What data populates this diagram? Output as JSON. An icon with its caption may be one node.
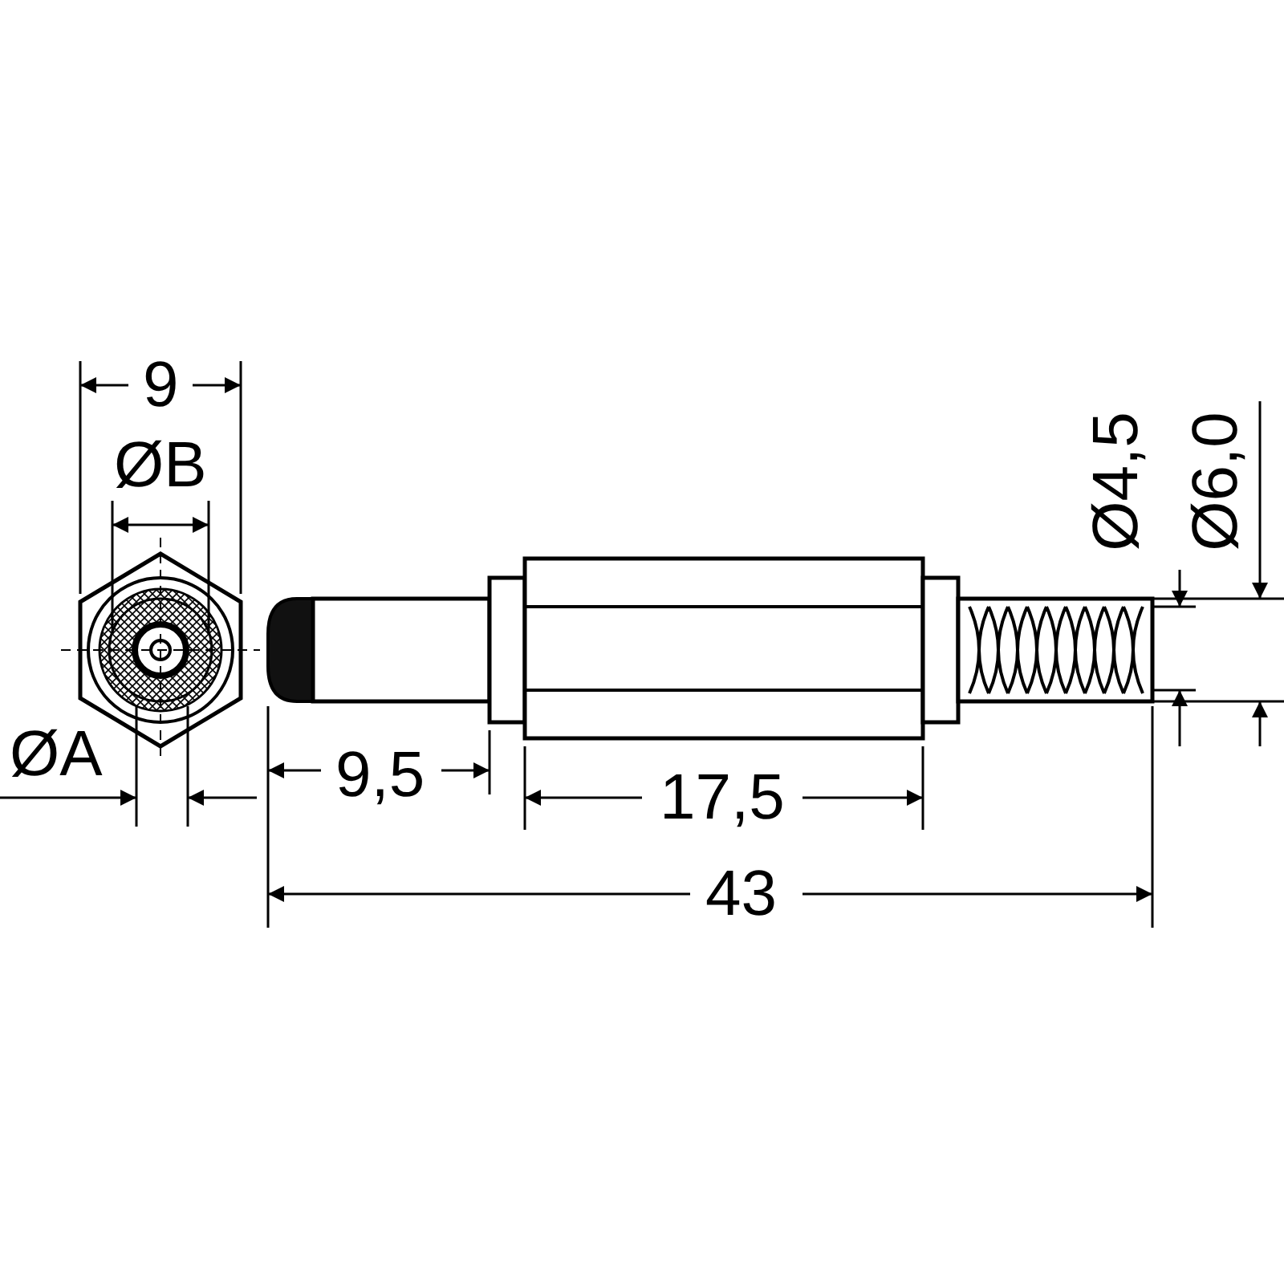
{
  "diagram": {
    "labels": [
      "9",
      "ØB",
      "Ø4,5",
      "Ø6,0",
      "ØA",
      "9,5",
      "17,5",
      "43"
    ]
  }
}
